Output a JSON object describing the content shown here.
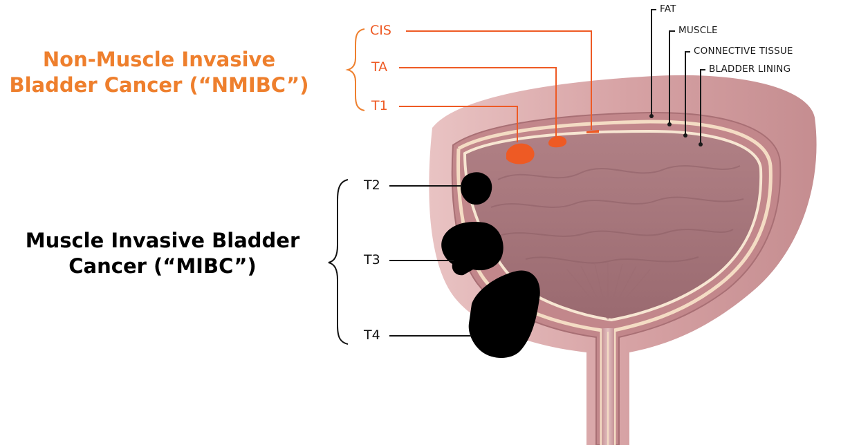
{
  "groups": {
    "nmibc": {
      "line1": "Non-Muscle Invasive",
      "line2": "Bladder Cancer (“NMIBC”)",
      "color": "#ee7f2d"
    },
    "mibc": {
      "line1": "Muscle Invasive Bladder",
      "line2": "Cancer (“MIBC”)",
      "color": "#000000"
    }
  },
  "stages": {
    "cis": "CIS",
    "ta": "TA",
    "t1": "T1",
    "t2": "T2",
    "t3": "T3",
    "t4": "T4"
  },
  "layers": {
    "fat": "FAT",
    "muscle": "MUSCLE",
    "connective": "CONNECTIVE TISSUE",
    "lining": "BLADDER LINING"
  },
  "colors": {
    "nmibc_tumor": "#ee5a24",
    "mibc_tumor": "#000000",
    "bladder_wall": "#c98f8f",
    "bladder_interior": "#a4767b"
  }
}
